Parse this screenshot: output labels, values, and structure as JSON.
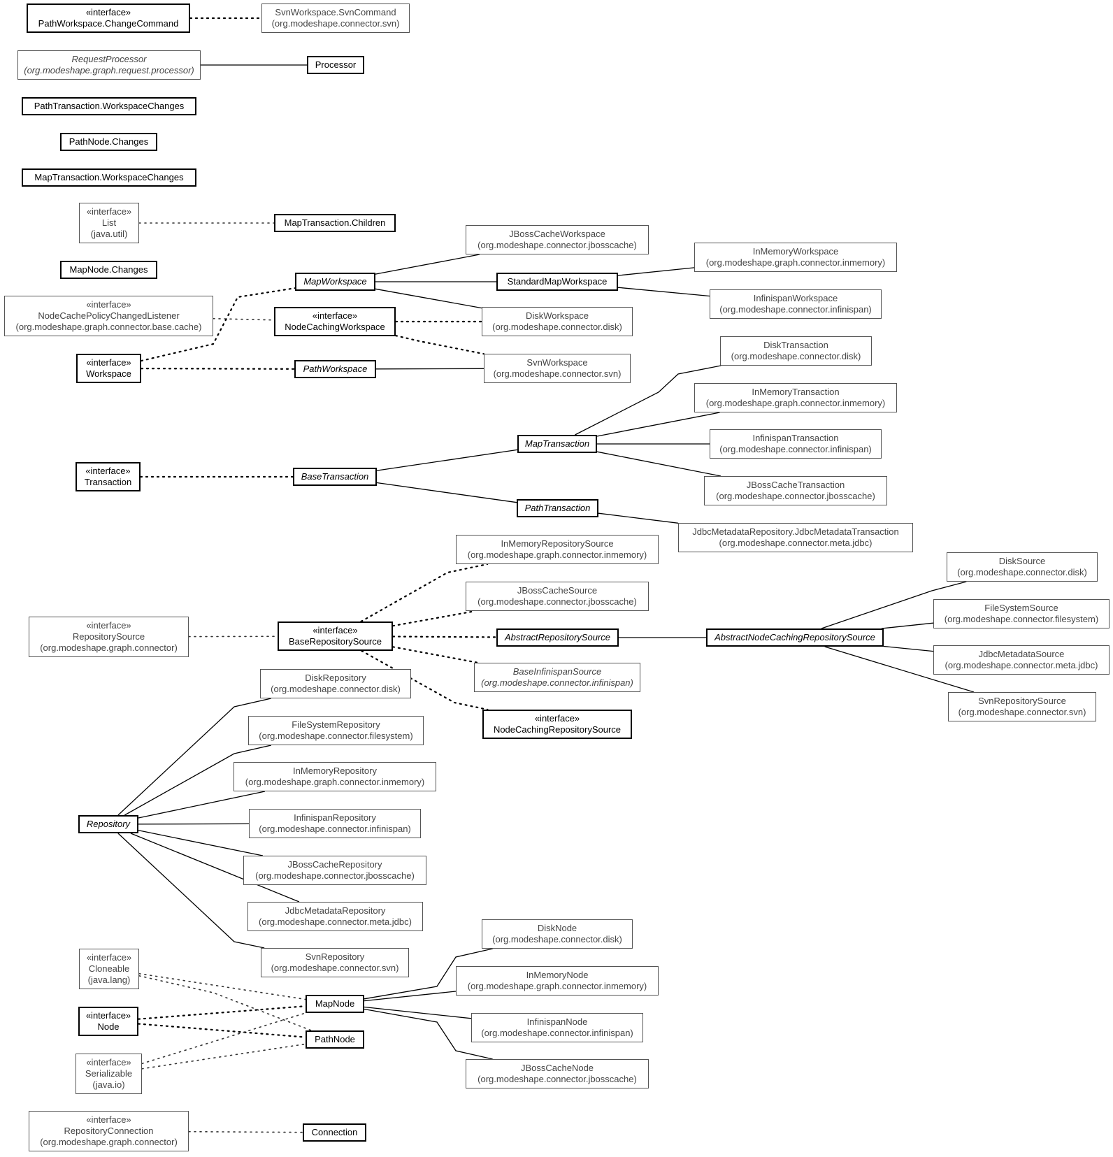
{
  "nodes": [
    {
      "id": "pw_changecommand",
      "kind": "local",
      "stereotype": "«interface»",
      "name": "PathWorkspace.ChangeCommand",
      "package": ""
    },
    {
      "id": "svnworkspace_svncommand",
      "kind": "ext",
      "stereotype": "",
      "name": "SvnWorkspace.SvnCommand",
      "package": "(org.modeshape.connector.svn)"
    },
    {
      "id": "requestprocessor",
      "kind": "ext",
      "abstract": true,
      "stereotype": "",
      "name": "RequestProcessor",
      "package": "(org.modeshape.graph.request.processor)"
    },
    {
      "id": "processor",
      "kind": "local",
      "stereotype": "",
      "name": "Processor",
      "package": ""
    },
    {
      "id": "pathtx_wschanges",
      "kind": "local",
      "stereotype": "",
      "name": "PathTransaction.WorkspaceChanges",
      "package": ""
    },
    {
      "id": "pathnode_changes",
      "kind": "local",
      "stereotype": "",
      "name": "PathNode.Changes",
      "package": ""
    },
    {
      "id": "maptx_wschanges",
      "kind": "local",
      "stereotype": "",
      "name": "MapTransaction.WorkspaceChanges",
      "package": ""
    },
    {
      "id": "list",
      "kind": "ext",
      "stereotype": "«interface»",
      "name": "List",
      "package": "(java.util)"
    },
    {
      "id": "maptx_children",
      "kind": "local",
      "stereotype": "",
      "name": "MapTransaction.Children",
      "package": ""
    },
    {
      "id": "mapnode_changes",
      "kind": "local",
      "stereotype": "",
      "name": "MapNode.Changes",
      "package": ""
    },
    {
      "id": "jbosscacheworkspace",
      "kind": "ext",
      "stereotype": "",
      "name": "JBossCacheWorkspace",
      "package": "(org.modeshape.connector.jbosscache)"
    },
    {
      "id": "inmemoryworkspace",
      "kind": "ext",
      "stereotype": "",
      "name": "InMemoryWorkspace",
      "package": "(org.modeshape.graph.connector.inmemory)"
    },
    {
      "id": "mapworkspace",
      "kind": "local",
      "abstract": true,
      "stereotype": "",
      "name": "MapWorkspace",
      "package": ""
    },
    {
      "id": "standardmapworkspace",
      "kind": "local",
      "stereotype": "",
      "name": "StandardMapWorkspace",
      "package": ""
    },
    {
      "id": "infinispanworkspace",
      "kind": "ext",
      "stereotype": "",
      "name": "InfinispanWorkspace",
      "package": "(org.modeshape.connector.infinispan)"
    },
    {
      "id": "nodecachepolicylistener",
      "kind": "ext",
      "stereotype": "«interface»",
      "name": "NodeCachePolicyChangedListener",
      "package": "(org.modeshape.graph.connector.base.cache)"
    },
    {
      "id": "nodecachingworkspace",
      "kind": "local",
      "stereotype": "«interface»",
      "name": "NodeCachingWorkspace",
      "package": ""
    },
    {
      "id": "diskworkspace",
      "kind": "ext",
      "stereotype": "",
      "name": "DiskWorkspace",
      "package": "(org.modeshape.connector.disk)"
    },
    {
      "id": "workspace",
      "kind": "local",
      "stereotype": "«interface»",
      "name": "Workspace",
      "package": ""
    },
    {
      "id": "pathworkspace",
      "kind": "local",
      "abstract": true,
      "stereotype": "",
      "name": "PathWorkspace",
      "package": ""
    },
    {
      "id": "svnworkspace",
      "kind": "ext",
      "stereotype": "",
      "name": "SvnWorkspace",
      "package": "(org.modeshape.connector.svn)"
    },
    {
      "id": "disktransaction",
      "kind": "ext",
      "stereotype": "",
      "name": "DiskTransaction",
      "package": "(org.modeshape.connector.disk)"
    },
    {
      "id": "inmemorytransaction",
      "kind": "ext",
      "stereotype": "",
      "name": "InMemoryTransaction",
      "package": "(org.modeshape.graph.connector.inmemory)"
    },
    {
      "id": "maptransaction",
      "kind": "local",
      "abstract": true,
      "stereotype": "",
      "name": "MapTransaction",
      "package": ""
    },
    {
      "id": "infinispantransaction",
      "kind": "ext",
      "stereotype": "",
      "name": "InfinispanTransaction",
      "package": "(org.modeshape.connector.infinispan)"
    },
    {
      "id": "transaction",
      "kind": "local",
      "stereotype": "«interface»",
      "name": "Transaction",
      "package": ""
    },
    {
      "id": "basetransaction",
      "kind": "local",
      "abstract": true,
      "stereotype": "",
      "name": "BaseTransaction",
      "package": ""
    },
    {
      "id": "jbosscachetransaction",
      "kind": "ext",
      "stereotype": "",
      "name": "JBossCacheTransaction",
      "package": "(org.modeshape.connector.jbosscache)"
    },
    {
      "id": "pathtransaction",
      "kind": "local",
      "abstract": true,
      "stereotype": "",
      "name": "PathTransaction",
      "package": ""
    },
    {
      "id": "jdbcmetadatatransaction",
      "kind": "ext",
      "stereotype": "",
      "name": "JdbcMetadataRepository.JdbcMetadataTransaction",
      "package": "(org.modeshape.connector.meta.jdbc)"
    },
    {
      "id": "inmemoryrepositorysource",
      "kind": "ext",
      "stereotype": "",
      "name": "InMemoryRepositorySource",
      "package": "(org.modeshape.graph.connector.inmemory)"
    },
    {
      "id": "disksource",
      "kind": "ext",
      "stereotype": "",
      "name": "DiskSource",
      "package": "(org.modeshape.connector.disk)"
    },
    {
      "id": "jbosscachesource",
      "kind": "ext",
      "stereotype": "",
      "name": "JBossCacheSource",
      "package": "(org.modeshape.connector.jbosscache)"
    },
    {
      "id": "filesystemsource",
      "kind": "ext",
      "stereotype": "",
      "name": "FileSystemSource",
      "package": "(org.modeshape.connector.filesystem)"
    },
    {
      "id": "repositorysource",
      "kind": "ext",
      "stereotype": "«interface»",
      "name": "RepositorySource",
      "package": "(org.modeshape.graph.connector)"
    },
    {
      "id": "baserepositorysource",
      "kind": "local",
      "stereotype": "«interface»",
      "name": "BaseRepositorySource",
      "package": ""
    },
    {
      "id": "abstractrepositorysource",
      "kind": "local",
      "abstract": true,
      "stereotype": "",
      "name": "AbstractRepositorySource",
      "package": ""
    },
    {
      "id": "abstractnodecachingrepositorysource",
      "kind": "local",
      "abstract": true,
      "stereotype": "",
      "name": "AbstractNodeCachingRepositorySource",
      "package": ""
    },
    {
      "id": "jdbcmetadatasource",
      "kind": "ext",
      "stereotype": "",
      "name": "JdbcMetadataSource",
      "package": "(org.modeshape.connector.meta.jdbc)"
    },
    {
      "id": "baseinfinispansource",
      "kind": "ext",
      "abstract": true,
      "stereotype": "",
      "name": "BaseInfinispanSource",
      "package": "(org.modeshape.connector.infinispan)"
    },
    {
      "id": "svnrepositorysource",
      "kind": "ext",
      "stereotype": "",
      "name": "SvnRepositorySource",
      "package": "(org.modeshape.connector.svn)"
    },
    {
      "id": "diskrepository",
      "kind": "ext",
      "stereotype": "",
      "name": "DiskRepository",
      "package": "(org.modeshape.connector.disk)"
    },
    {
      "id": "nodecachingrepositorysource",
      "kind": "local",
      "stereotype": "«interface»",
      "name": "NodeCachingRepositorySource",
      "package": ""
    },
    {
      "id": "filesystemrepository",
      "kind": "ext",
      "stereotype": "",
      "name": "FileSystemRepository",
      "package": "(org.modeshape.connector.filesystem)"
    },
    {
      "id": "inmemoryrepository",
      "kind": "ext",
      "stereotype": "",
      "name": "InMemoryRepository",
      "package": "(org.modeshape.graph.connector.inmemory)"
    },
    {
      "id": "repository",
      "kind": "local",
      "abstract": true,
      "stereotype": "",
      "name": "Repository",
      "package": ""
    },
    {
      "id": "infinispanrepository",
      "kind": "ext",
      "stereotype": "",
      "name": "InfinispanRepository",
      "package": "(org.modeshape.connector.infinispan)"
    },
    {
      "id": "jbosscacherepository",
      "kind": "ext",
      "stereotype": "",
      "name": "JBossCacheRepository",
      "package": "(org.modeshape.connector.jbosscache)"
    },
    {
      "id": "jdbcmetadatarepository",
      "kind": "ext",
      "stereotype": "",
      "name": "JdbcMetadataRepository",
      "package": "(org.modeshape.connector.meta.jdbc)"
    },
    {
      "id": "disknode",
      "kind": "ext",
      "stereotype": "",
      "name": "DiskNode",
      "package": "(org.modeshape.connector.disk)"
    },
    {
      "id": "svnrepository",
      "kind": "ext",
      "stereotype": "",
      "name": "SvnRepository",
      "package": "(org.modeshape.connector.svn)"
    },
    {
      "id": "cloneable",
      "kind": "ext",
      "stereotype": "«interface»",
      "name": "Cloneable",
      "package": "(java.lang)"
    },
    {
      "id": "inmemorynode",
      "kind": "ext",
      "stereotype": "",
      "name": "InMemoryNode",
      "package": "(org.modeshape.graph.connector.inmemory)"
    },
    {
      "id": "mapnode",
      "kind": "local",
      "stereotype": "",
      "name": "MapNode",
      "package": ""
    },
    {
      "id": "node",
      "kind": "local",
      "stereotype": "«interface»",
      "name": "Node",
      "package": ""
    },
    {
      "id": "infinispannode",
      "kind": "ext",
      "stereotype": "",
      "name": "InfinispanNode",
      "package": "(org.modeshape.connector.infinispan)"
    },
    {
      "id": "pathnode",
      "kind": "local",
      "stereotype": "",
      "name": "PathNode",
      "package": ""
    },
    {
      "id": "serializable",
      "kind": "ext",
      "stereotype": "«interface»",
      "name": "Serializable",
      "package": "(java.io)"
    },
    {
      "id": "jbosscachenode",
      "kind": "ext",
      "stereotype": "",
      "name": "JBossCacheNode",
      "package": "(org.modeshape.connector.jbosscache)"
    },
    {
      "id": "repositoryconnection",
      "kind": "ext",
      "stereotype": "«interface»",
      "name": "RepositoryConnection",
      "package": "(org.modeshape.graph.connector)"
    },
    {
      "id": "connection",
      "kind": "local",
      "stereotype": "",
      "name": "Connection",
      "package": ""
    }
  ],
  "edges": [
    {
      "from": "pw_changecommand",
      "to": "svnworkspace_svncommand",
      "style": "dotted-bold"
    },
    {
      "from": "requestprocessor",
      "to": "processor",
      "style": "solid"
    },
    {
      "from": "list",
      "to": "maptx_children",
      "style": "dotted"
    },
    {
      "from": "mapworkspace",
      "to": "jbosscacheworkspace",
      "style": "solid"
    },
    {
      "from": "mapworkspace",
      "to": "standardmapworkspace",
      "style": "solid"
    },
    {
      "from": "mapworkspace",
      "to": "diskworkspace",
      "style": "solid"
    },
    {
      "from": "standardmapworkspace",
      "to": "inmemoryworkspace",
      "style": "solid"
    },
    {
      "from": "standardmapworkspace",
      "to": "infinispanworkspace",
      "style": "solid"
    },
    {
      "from": "nodecachepolicylistener",
      "to": "nodecachingworkspace",
      "style": "dotted"
    },
    {
      "from": "nodecachingworkspace",
      "to": "diskworkspace",
      "style": "dotted-bold"
    },
    {
      "from": "nodecachingworkspace",
      "to": "svnworkspace",
      "style": "dotted-bold"
    },
    {
      "from": "workspace",
      "to": "mapworkspace",
      "style": "dotted-bold"
    },
    {
      "from": "workspace",
      "to": "pathworkspace",
      "style": "dotted-bold"
    },
    {
      "from": "pathworkspace",
      "to": "svnworkspace",
      "style": "solid"
    },
    {
      "from": "transaction",
      "to": "basetransaction",
      "style": "dotted-bold"
    },
    {
      "from": "basetransaction",
      "to": "maptransaction",
      "style": "solid"
    },
    {
      "from": "basetransaction",
      "to": "pathtransaction",
      "style": "solid"
    },
    {
      "from": "maptransaction",
      "to": "disktransaction",
      "style": "solid"
    },
    {
      "from": "maptransaction",
      "to": "inmemorytransaction",
      "style": "solid"
    },
    {
      "from": "maptransaction",
      "to": "infinispantransaction",
      "style": "solid"
    },
    {
      "from": "maptransaction",
      "to": "jbosscachetransaction",
      "style": "solid"
    },
    {
      "from": "pathtransaction",
      "to": "jdbcmetadatatransaction",
      "style": "solid"
    },
    {
      "from": "repositorysource",
      "to": "baserepositorysource",
      "style": "dotted"
    },
    {
      "from": "baserepositorysource",
      "to": "inmemoryrepositorysource",
      "style": "dotted-bold"
    },
    {
      "from": "baserepositorysource",
      "to": "jbosscachesource",
      "style": "dotted-bold"
    },
    {
      "from": "baserepositorysource",
      "to": "abstractrepositorysource",
      "style": "dotted-bold"
    },
    {
      "from": "baserepositorysource",
      "to": "baseinfinispansource",
      "style": "dotted-bold"
    },
    {
      "from": "baserepositorysource",
      "to": "nodecachingrepositorysource",
      "style": "dotted-bold"
    },
    {
      "from": "abstractrepositorysource",
      "to": "abstractnodecachingrepositorysource",
      "style": "solid"
    },
    {
      "from": "abstractnodecachingrepositorysource",
      "to": "disksource",
      "style": "solid"
    },
    {
      "from": "abstractnodecachingrepositorysource",
      "to": "filesystemsource",
      "style": "solid"
    },
    {
      "from": "abstractnodecachingrepositorysource",
      "to": "jdbcmetadatasource",
      "style": "solid"
    },
    {
      "from": "abstractnodecachingrepositorysource",
      "to": "svnrepositorysource",
      "style": "solid"
    },
    {
      "from": "repository",
      "to": "diskrepository",
      "style": "solid"
    },
    {
      "from": "repository",
      "to": "filesystemrepository",
      "style": "solid"
    },
    {
      "from": "repository",
      "to": "inmemoryrepository",
      "style": "solid"
    },
    {
      "from": "repository",
      "to": "infinispanrepository",
      "style": "solid"
    },
    {
      "from": "repository",
      "to": "jbosscacherepository",
      "style": "solid"
    },
    {
      "from": "repository",
      "to": "jdbcmetadatarepository",
      "style": "solid"
    },
    {
      "from": "repository",
      "to": "svnrepository",
      "style": "solid"
    },
    {
      "from": "cloneable",
      "to": "mapnode",
      "style": "dotted"
    },
    {
      "from": "cloneable",
      "to": "pathnode",
      "style": "dotted"
    },
    {
      "from": "node",
      "to": "mapnode",
      "style": "dotted-bold"
    },
    {
      "from": "node",
      "to": "pathnode",
      "style": "dotted-bold"
    },
    {
      "from": "serializable",
      "to": "mapnode",
      "style": "dotted"
    },
    {
      "from": "serializable",
      "to": "pathnode",
      "style": "dotted"
    },
    {
      "from": "mapnode",
      "to": "disknode",
      "style": "solid"
    },
    {
      "from": "mapnode",
      "to": "inmemorynode",
      "style": "solid"
    },
    {
      "from": "mapnode",
      "to": "infinispannode",
      "style": "solid"
    },
    {
      "from": "mapnode",
      "to": "jbosscachenode",
      "style": "solid"
    },
    {
      "from": "repositoryconnection",
      "to": "connection",
      "style": "dotted"
    }
  ]
}
